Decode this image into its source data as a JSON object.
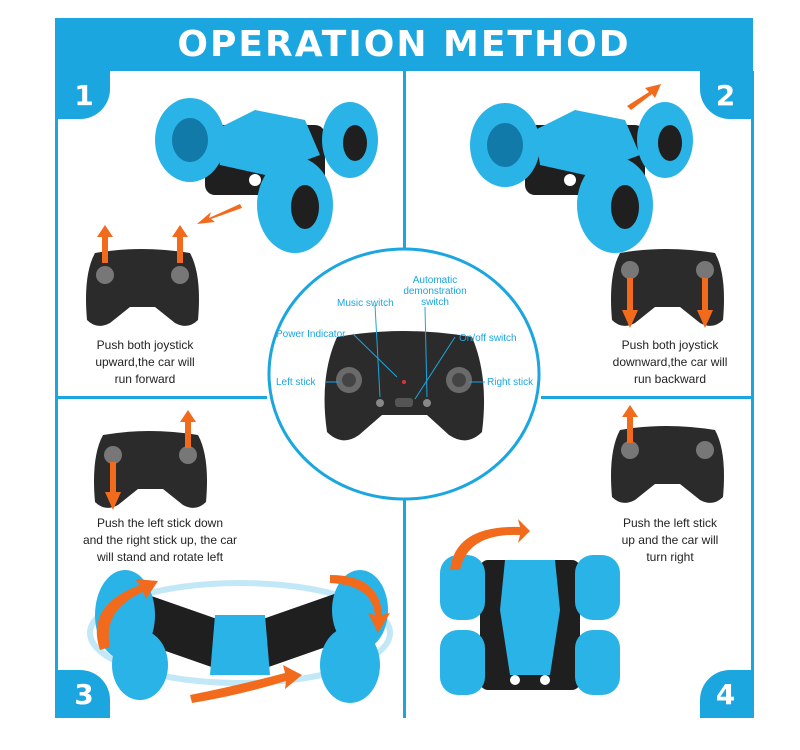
{
  "title": "OPERATION METHOD",
  "steps": [
    {
      "number": "1",
      "caption": [
        "Push both joystick",
        "upward,the car will",
        "run forward"
      ]
    },
    {
      "number": "2",
      "caption": [
        "Push both joystick",
        "downward,the car will",
        "run backward"
      ]
    },
    {
      "number": "3",
      "caption": [
        "Push the left stick down",
        "and the right stick up, the car",
        "will stand and rotate left"
      ]
    },
    {
      "number": "4",
      "caption": [
        "Push the left stick",
        "up and the car will",
        "turn right"
      ]
    }
  ],
  "controller_labels": {
    "music_switch": "Music switch",
    "auto_demo": [
      "Automatic",
      "demonstration",
      "switch"
    ],
    "power_indicator": "Power Indicator",
    "on_off_switch": "On/off switch",
    "left_stick": "Left stick",
    "right_stick": "Right stick"
  },
  "colors": {
    "brand": "#1ba6e0",
    "arrow": "#f26b1d",
    "car": "#2ab3e6",
    "controller": "#2b2b2b"
  }
}
